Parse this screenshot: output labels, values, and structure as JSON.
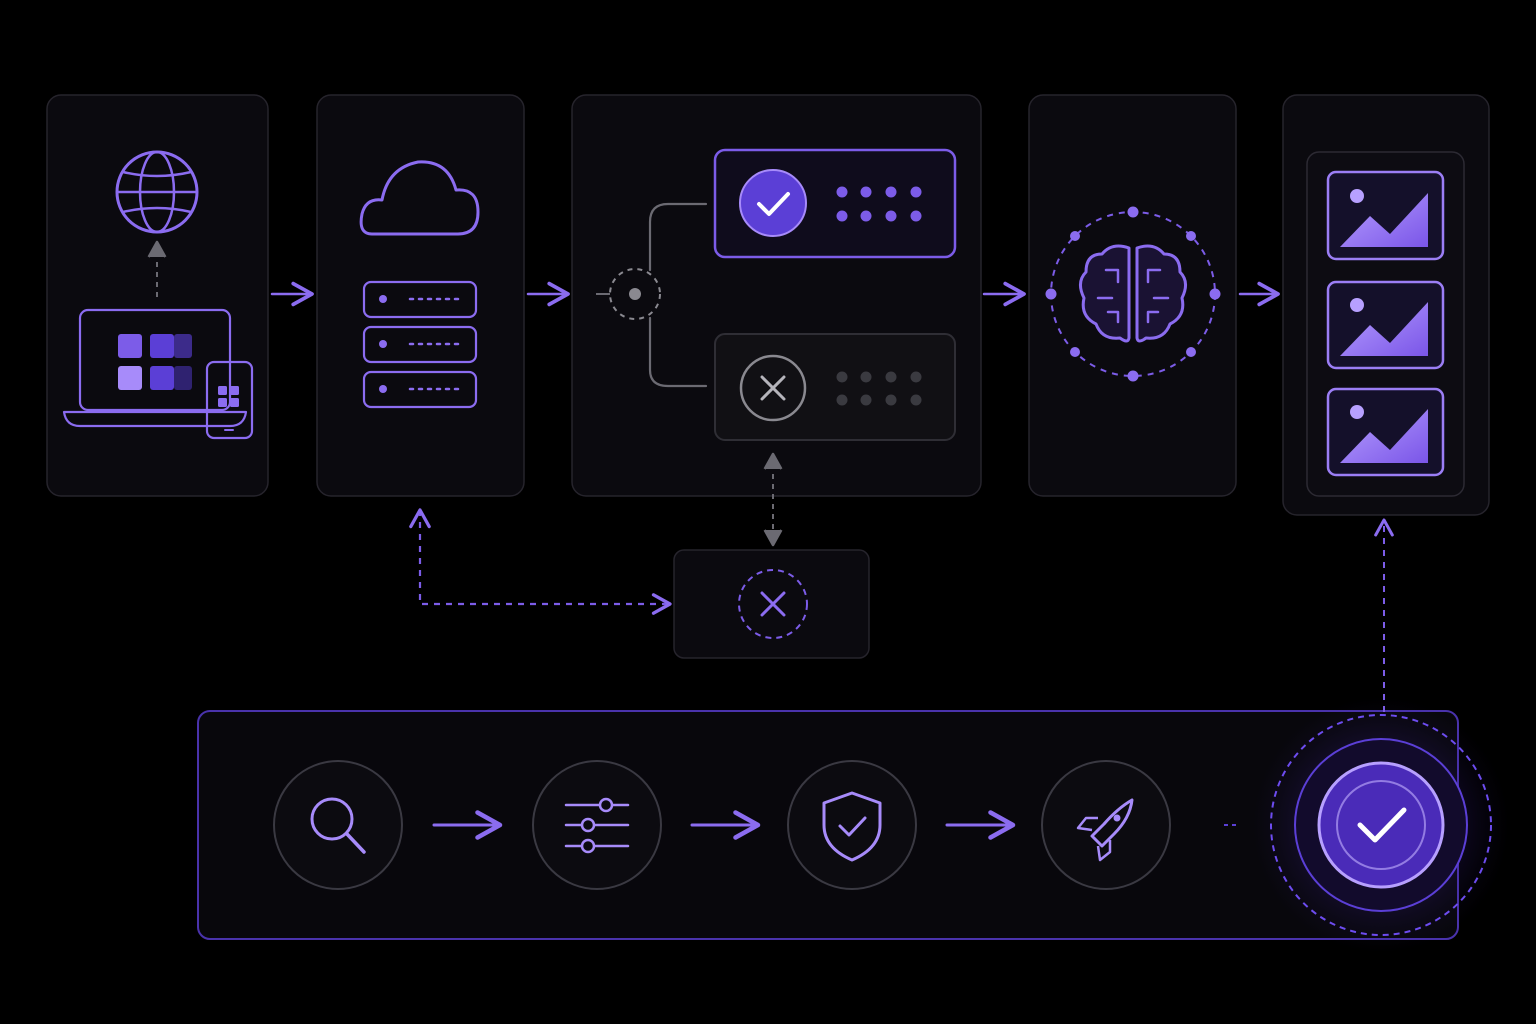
{
  "colors": {
    "background": "#000000",
    "panel": "#0b0a0f",
    "panel_border": "#26242c",
    "accent": "#8b6cf0",
    "accent_fill": "#5b3fd6",
    "accent_light": "#a78bfa",
    "muted": "#6b6a72",
    "muted_dot": "#3a3a40"
  },
  "icons": {
    "source": [
      "globe-icon",
      "laptop-icon",
      "tablet-icon"
    ],
    "storage": [
      "cloud-icon",
      "server-icon"
    ],
    "decision": [
      "approved-check-icon",
      "rejected-x-icon"
    ],
    "processing": [
      "brain-icon"
    ],
    "output": [
      "image-icon"
    ],
    "pipeline": [
      "search-icon",
      "sliders-icon",
      "shield-check-icon",
      "rocket-icon",
      "success-check-icon"
    ]
  },
  "pipeline_steps": [
    "search",
    "configure",
    "secure",
    "deploy",
    "complete"
  ]
}
